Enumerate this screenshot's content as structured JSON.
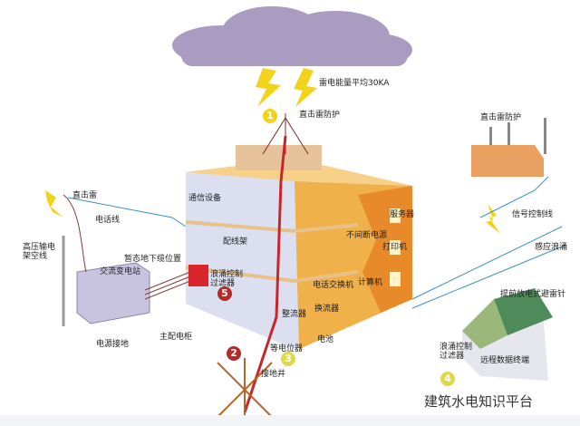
{
  "labels": {
    "energy": "雷电能量平均30KA",
    "direct_protect_main": "直击雷防护",
    "direct_protect_right": "直击雷防护",
    "direct_strike": "直击雷",
    "phone_line": "电话线",
    "hv_line": "高压输电\n架空线",
    "substation": "交流变电站",
    "transient_cable": "暂态地下缆位置",
    "comm_equipment": "通信设备",
    "distribution_frame": "配线架",
    "surge_filter_main": "浪涌控制\n过滤器",
    "main_panel": "主配电柜",
    "power_ground": "电源接地",
    "equipotential": "等电位器",
    "ground_well": "接地井",
    "server": "服务器",
    "ups": "不间断电源",
    "printer": "打印机",
    "pbx": "电话交换机",
    "computer": "计算机",
    "rectifier": "整流器",
    "inverter": "换流器",
    "battery": "电池",
    "signal_line": "信号控制线",
    "induced_surge": "感应浪涌",
    "ese_rod": "提前放电式避雷针",
    "surge_filter_remote": "浪涌控制\n过滤器",
    "rtu": "远程数据终端"
  },
  "markers": [
    "1",
    "2",
    "3",
    "4",
    "5"
  ],
  "watermark": "建筑水电知识平台",
  "colors": {
    "cloud": "#a99cc0",
    "building": "#f0b04a",
    "wall": "#e98a2a",
    "lightning": "#f2d21a",
    "ground_wire": "#c8262a",
    "signal": "#3d8fc4"
  }
}
